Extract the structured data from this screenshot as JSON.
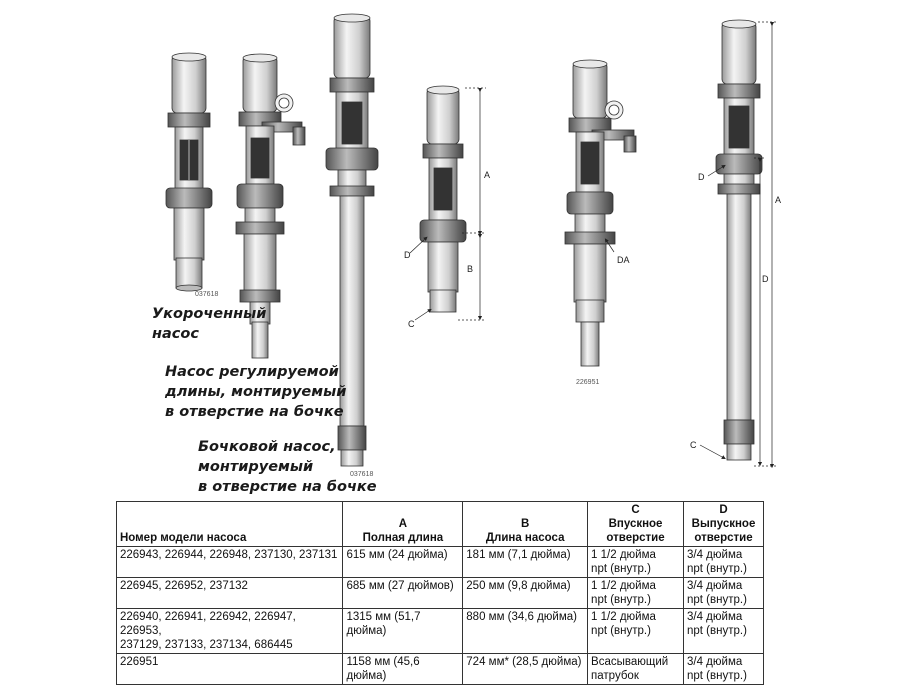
{
  "figure": {
    "captions": {
      "short_pump": [
        "Укороченный",
        "насос"
      ],
      "adjustable_pump": [
        "Насос регулируемой",
        "длины, монтируемый",
        "в отверстие на бочке"
      ],
      "drum_pump": [
        "Бочковой насос,",
        "монтируемый",
        "в отверстие на бочке"
      ]
    },
    "image_codes": {
      "pump1": "037618",
      "pump3": "037618",
      "pump5": "226951"
    },
    "dimension_labels": {
      "A": "A",
      "B": "B",
      "C": "C",
      "D": "D",
      "DA": "DA"
    }
  },
  "table": {
    "headers": {
      "model": "Номер модели насоса",
      "a_letter": "A",
      "a_text": "Полная длина",
      "b_letter": "B",
      "b_text": "Длина насоса",
      "c_letter": "C",
      "c_text1": "Впускное",
      "c_text2": "отверстие",
      "d_letter": "D",
      "d_text1": "Выпускное",
      "d_text2": "отверстие"
    },
    "rows": [
      {
        "models1": "226943, 226944, 226948, 237130, 237131",
        "models2": "",
        "a": "615 мм (24 дюйма)",
        "b": "181 мм (7,1 дюйма)",
        "c1": "1 1/2 дюйма",
        "c2": "npt (внутр.)",
        "d1": "3/4 дюйма",
        "d2": "npt (внутр.)"
      },
      {
        "models1": "226945, 226952, 237132",
        "models2": "",
        "a": "685 мм (27 дюймов)",
        "b": "250 мм (9,8 дюйма)",
        "c1": "1 1/2 дюйма",
        "c2": "npt (внутр.)",
        "d1": "3/4 дюйма",
        "d2": "npt (внутр.)"
      },
      {
        "models1": "226940, 226941, 226942, 226947, 226953,",
        "models2": "237129, 237133, 237134, 686445",
        "a": "1315 мм (51,7 дюйма)",
        "b": "880 мм (34,6 дюйма)",
        "c1": "1 1/2 дюйма",
        "c2": "npt (внутр.)",
        "d1": "3/4 дюйма",
        "d2": "npt (внутр.)"
      },
      {
        "models1": "226951",
        "models2": "",
        "a": "1158 мм (45,6 дюйма)",
        "b": "724 мм* (28,5 дюйма)",
        "c1": "Всасывающий",
        "c2": "патрубок",
        "d1": "3/4 дюйма",
        "d2": "npt (внутр.)"
      }
    ]
  }
}
